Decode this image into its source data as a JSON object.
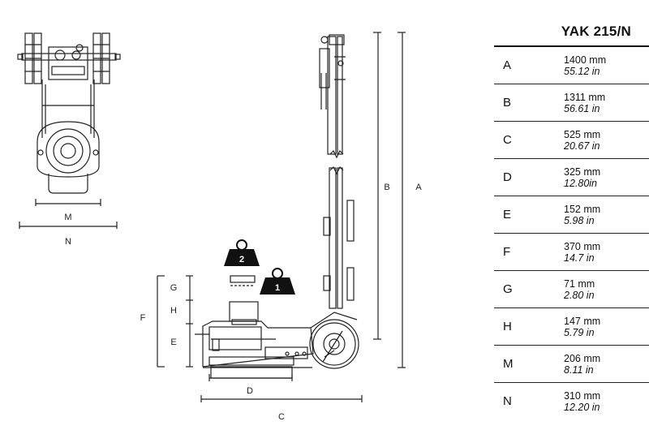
{
  "drawing": {
    "dim_labels": {
      "M": "M",
      "N": "N",
      "B": "B",
      "A": "A",
      "G": "G",
      "H": "H",
      "E": "E",
      "F": "F",
      "D": "D",
      "C": "C"
    },
    "weights": [
      "2",
      "1"
    ]
  },
  "specs": {
    "title": "YAK 215/N",
    "rows": [
      {
        "letter": "A",
        "mm": "1400 mm",
        "in": "55.12 in"
      },
      {
        "letter": "B",
        "mm": "1311 mm",
        "in": "56.61 in"
      },
      {
        "letter": "C",
        "mm": "525 mm",
        "in": "20.67 in"
      },
      {
        "letter": "D",
        "mm": "325 mm",
        "in": "12.80in"
      },
      {
        "letter": "E",
        "mm": "152 mm",
        "in": "5.98 in"
      },
      {
        "letter": "F",
        "mm": "370 mm",
        "in": "14.7 in"
      },
      {
        "letter": "G",
        "mm": "71 mm",
        "in": "2.80 in"
      },
      {
        "letter": "H",
        "mm": "147 mm",
        "in": "5.79 in"
      },
      {
        "letter": "M",
        "mm": "206 mm",
        "in": "8.11 in"
      },
      {
        "letter": "N",
        "mm": "310 mm",
        "in": "12.20 in"
      }
    ]
  }
}
